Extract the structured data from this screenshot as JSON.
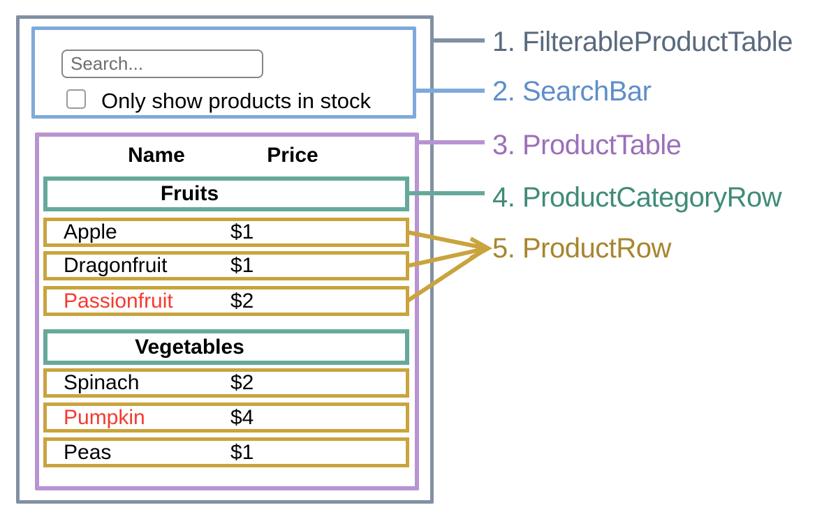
{
  "colors": {
    "filterable_product_table_border": "#8290a4",
    "search_bar_border": "#7fa9db",
    "product_table_border": "#b894d2",
    "product_category_row_border": "#66a99b",
    "product_row_border": "#c9a43e",
    "label_filterable_product_table": "#5a6a7e",
    "label_search_bar": "#5f8ec9",
    "label_product_table": "#9b6fba",
    "label_product_category_row": "#3f8b7a",
    "label_product_row": "#a8852e",
    "out_of_stock_text": "#f53a2e",
    "text": "#000000"
  },
  "search_bar": {
    "input_placeholder": "Search...",
    "checkbox_checked": false,
    "checkbox_label": "Only show products in stock"
  },
  "product_table": {
    "headers": {
      "name": "Name",
      "price": "Price"
    },
    "groups": [
      {
        "category": "Fruits",
        "rows": [
          {
            "name": "Apple",
            "price": "$1",
            "highlighted": false
          },
          {
            "name": "Dragonfruit",
            "price": "$1",
            "highlighted": false
          },
          {
            "name": "Passionfruit",
            "price": "$2",
            "highlighted": true
          }
        ]
      },
      {
        "category": "Vegetables",
        "rows": [
          {
            "name": "Spinach",
            "price": "$2",
            "highlighted": false
          },
          {
            "name": "Pumpkin",
            "price": "$4",
            "highlighted": true
          },
          {
            "name": "Peas",
            "price": "$1",
            "highlighted": false
          }
        ]
      }
    ]
  },
  "legend": [
    {
      "text": "1. FilterableProductTable"
    },
    {
      "text": "2. SearchBar"
    },
    {
      "text": "3. ProductTable"
    },
    {
      "text": "4. ProductCategoryRow"
    },
    {
      "text": "5. ProductRow"
    }
  ]
}
